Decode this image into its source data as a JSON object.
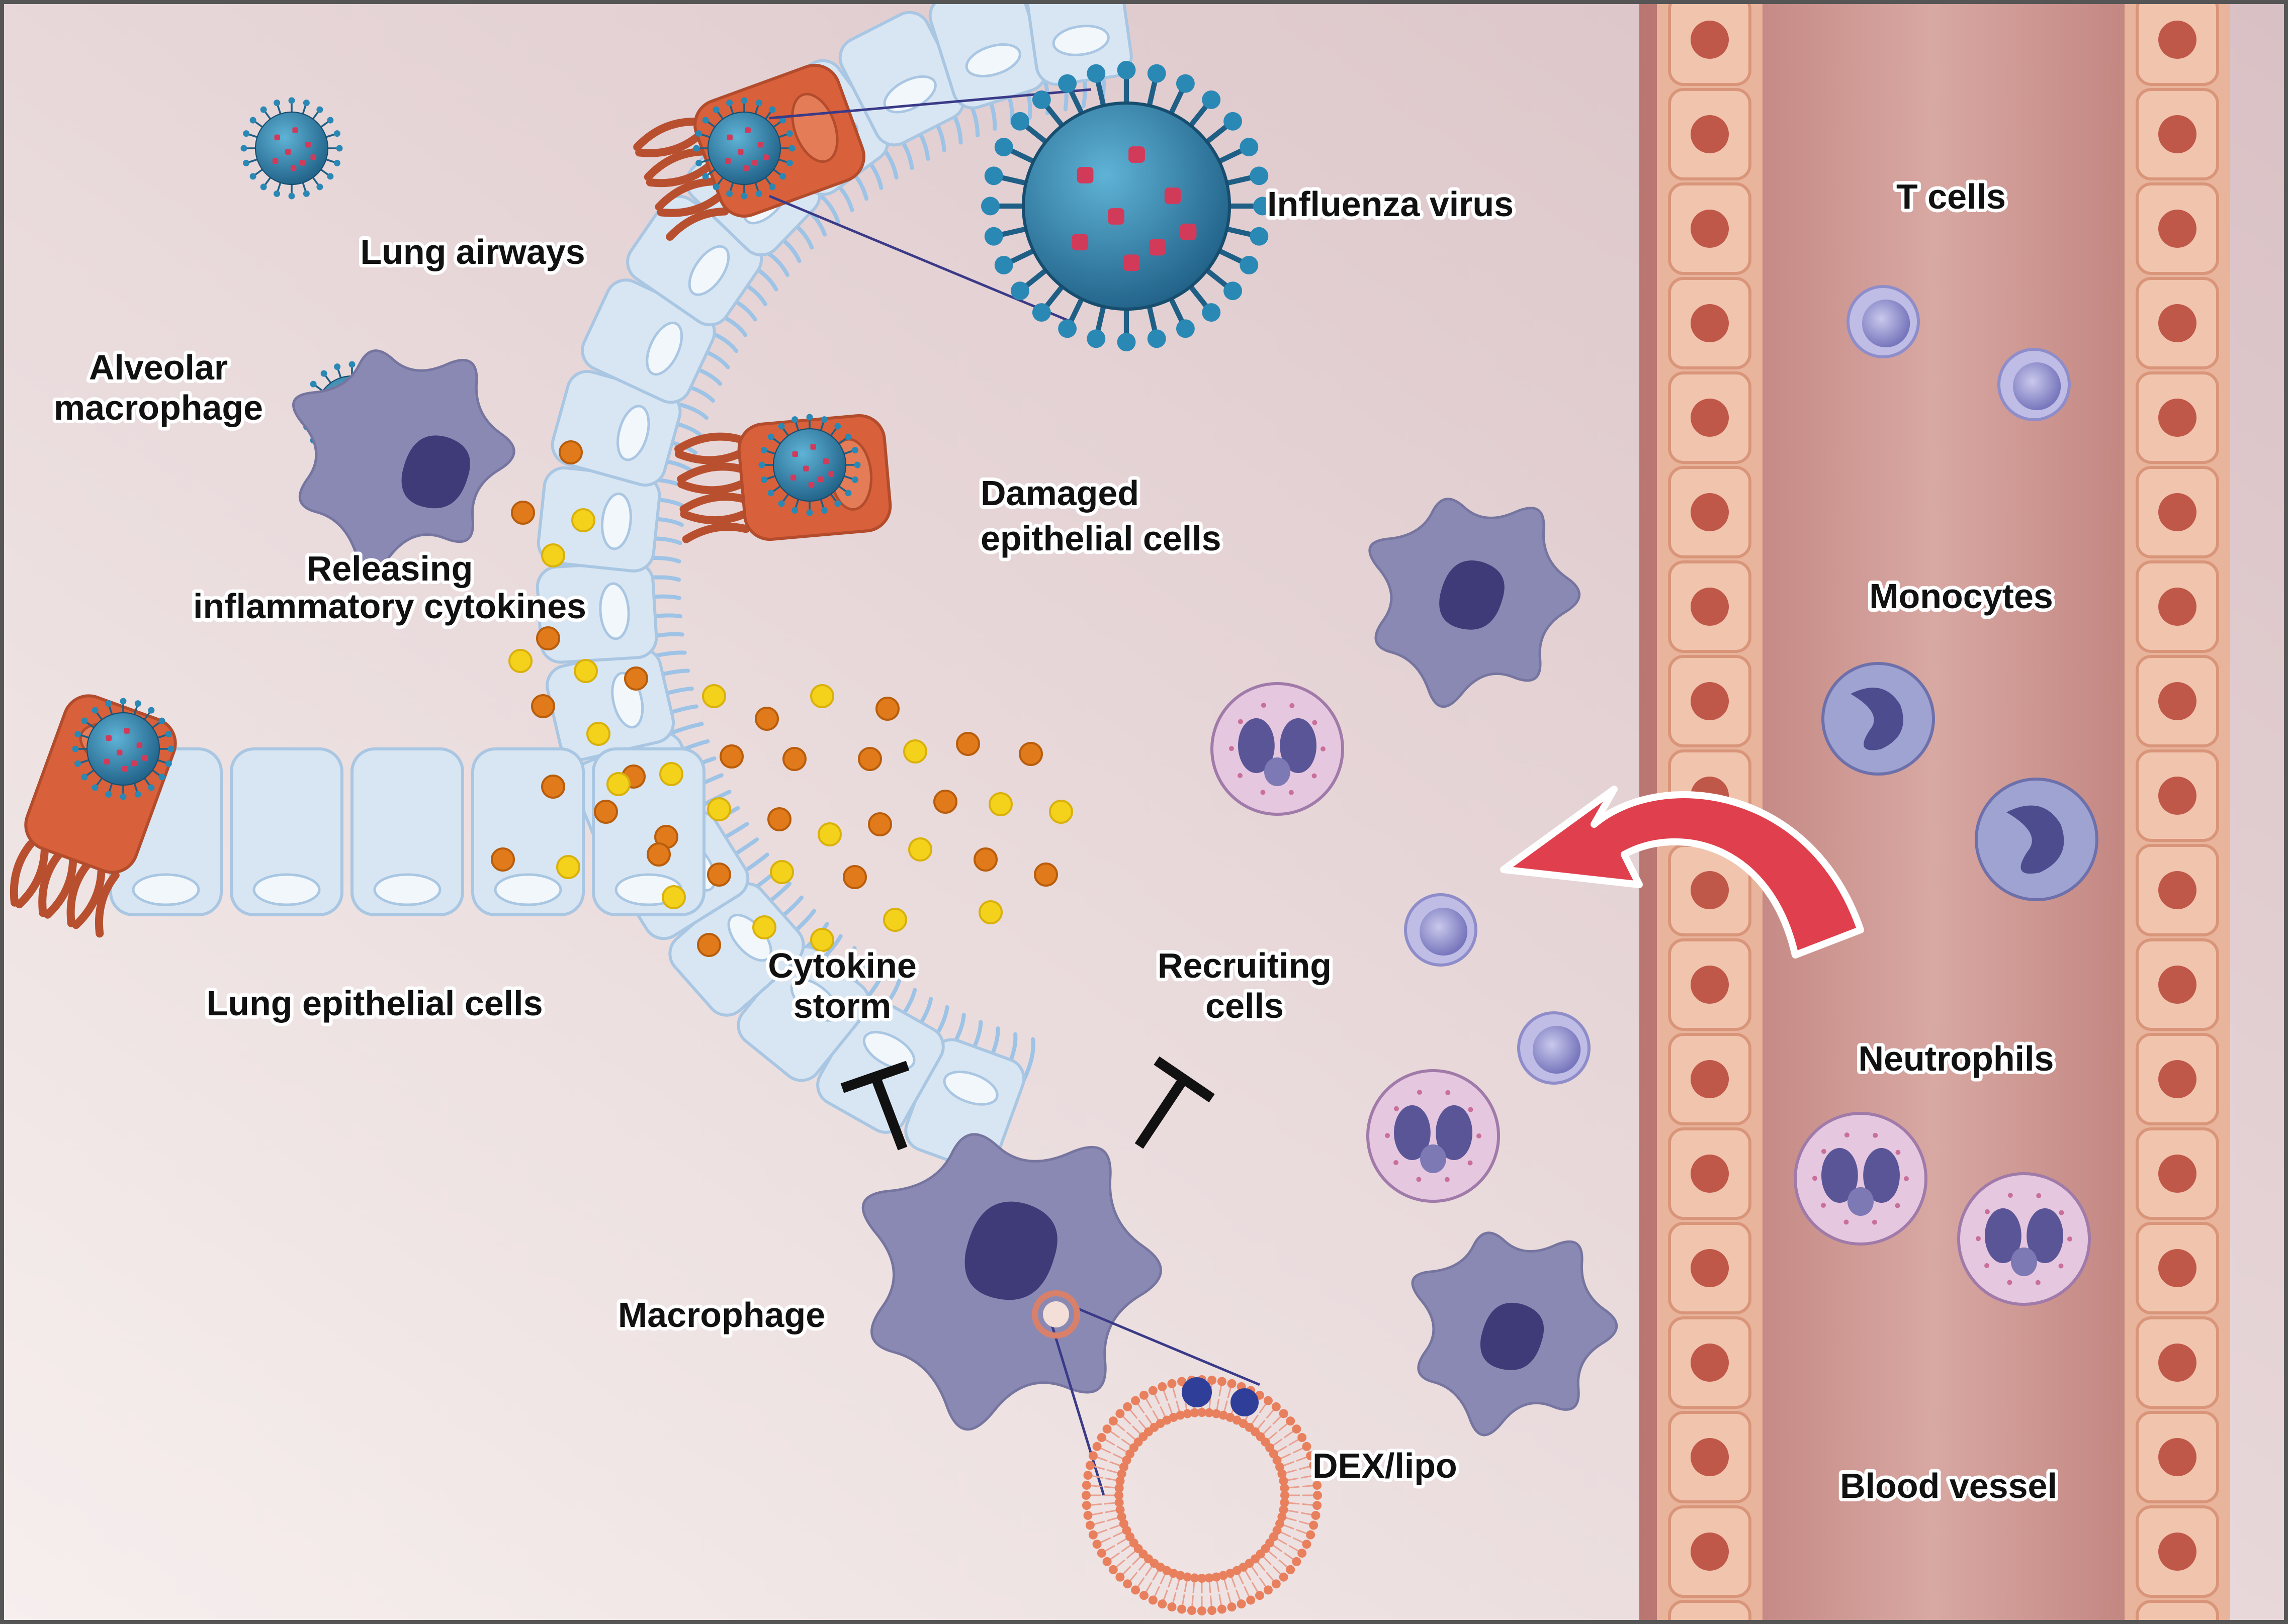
{
  "labels": {
    "lung_airways": "Lung airways",
    "influenza_virus": "Influenza virus",
    "alveolar_macrophage_line1": "Alveolar",
    "alveolar_macrophage_line2": "macrophage",
    "releasing_line1": "Releasing",
    "releasing_line2": "inflammatory cytokines",
    "damaged_line1": "Damaged",
    "damaged_line2": "epithelial cells",
    "lung_epithelial_cells": "Lung epithelial cells",
    "cytokine_storm_line1": "Cytokine",
    "cytokine_storm_line2": "storm",
    "recruiting_line1": "Recruiting",
    "recruiting_line2": "cells",
    "macrophage": "Macrophage",
    "dex_lipo": "DEX/lipo",
    "t_cells": "T cells",
    "monocytes": "Monocytes",
    "neutrophils": "Neutrophils",
    "blood_vessel": "Blood vessel"
  },
  "colors": {
    "background_left": "#f4ecec",
    "background_right": "#dcc2c6",
    "healthy_cell": "#d8e6f3",
    "damaged_cell": "#d8603a",
    "virus": "#2d7fa6",
    "virus_spike": "#d23a5a",
    "macrophage": "#8a89b3",
    "nucleus": "#3e3b78",
    "cytokine_orange": "#e07a1a",
    "cytokine_yellow": "#f4d21c",
    "vessel_wall": "#f1c4ad",
    "vessel_lumen": "#c98a85",
    "arrow": "#e0404e",
    "liposome": "#e8805e"
  }
}
